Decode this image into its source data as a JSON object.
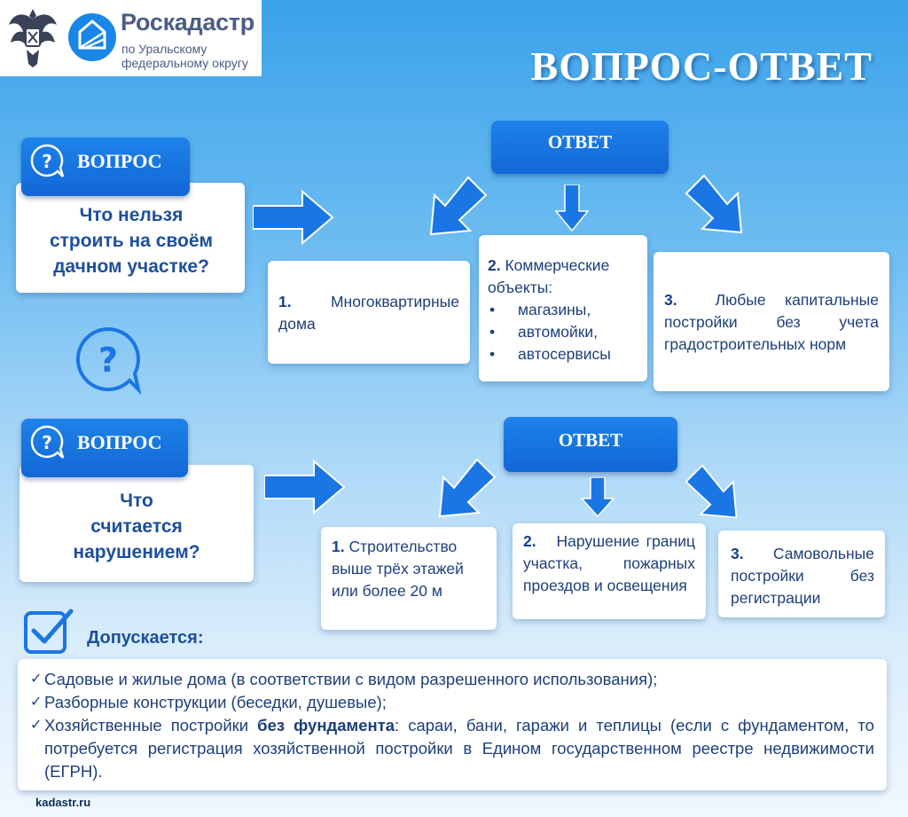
{
  "header": {
    "logo_title": "Роскадастр",
    "logo_sub_line1": "по Уральскому",
    "logo_sub_line2": "федеральному округу",
    "page_title": "ВОПРОС-ОТВЕТ"
  },
  "block1": {
    "question_tab": "ВОПРОС",
    "question_lines": [
      "Что нельзя",
      "строить на своём",
      "дачном участке?"
    ],
    "answer_tab": "ОТВЕТ",
    "answers": [
      {
        "num": "1.",
        "text": "Многоквартирные дома"
      },
      {
        "num": "2.",
        "text": "Коммерческие объекты:",
        "items": [
          "магазины,",
          "автомойки,",
          "автосервисы"
        ]
      },
      {
        "num": "3.",
        "text": "Любые капитальные постройки без учета градостроительных норм"
      }
    ]
  },
  "block2": {
    "question_tab": "ВОПРОС",
    "question_lines": [
      "Что",
      "считается",
      "нарушением?"
    ],
    "answer_tab": "ОТВЕТ",
    "answers": [
      {
        "num": "1.",
        "text": "Строительство выше трёх этажей или более 20 м"
      },
      {
        "num": "2.",
        "text": "Нарушение границ участка, пожарных проездов и освещения"
      },
      {
        "num": "3.",
        "text": "Самовольные постройки без регистрации"
      }
    ]
  },
  "allowed": {
    "title": "Допускается:",
    "item1": "Садовые и жилые дома (в соответствии с видом разрешенного использования);",
    "item2": "Разборные конструкции (беседки, душевые);",
    "item3_start": "Хозяйственные постройки ",
    "item3_bold": "без фундамента",
    "item3_end": ": сараи, бани, гаражи и теплицы (если с фундаментом, то потребуется регистрация хозяйственной постройки в Едином государственном реестре недвижимости (ЕГРН)."
  },
  "footer": {
    "site": "kadastr.ru"
  },
  "colors": {
    "accent": "#1a72e0",
    "question_text": "#1d4f9c",
    "page_title": "#ffffff"
  }
}
